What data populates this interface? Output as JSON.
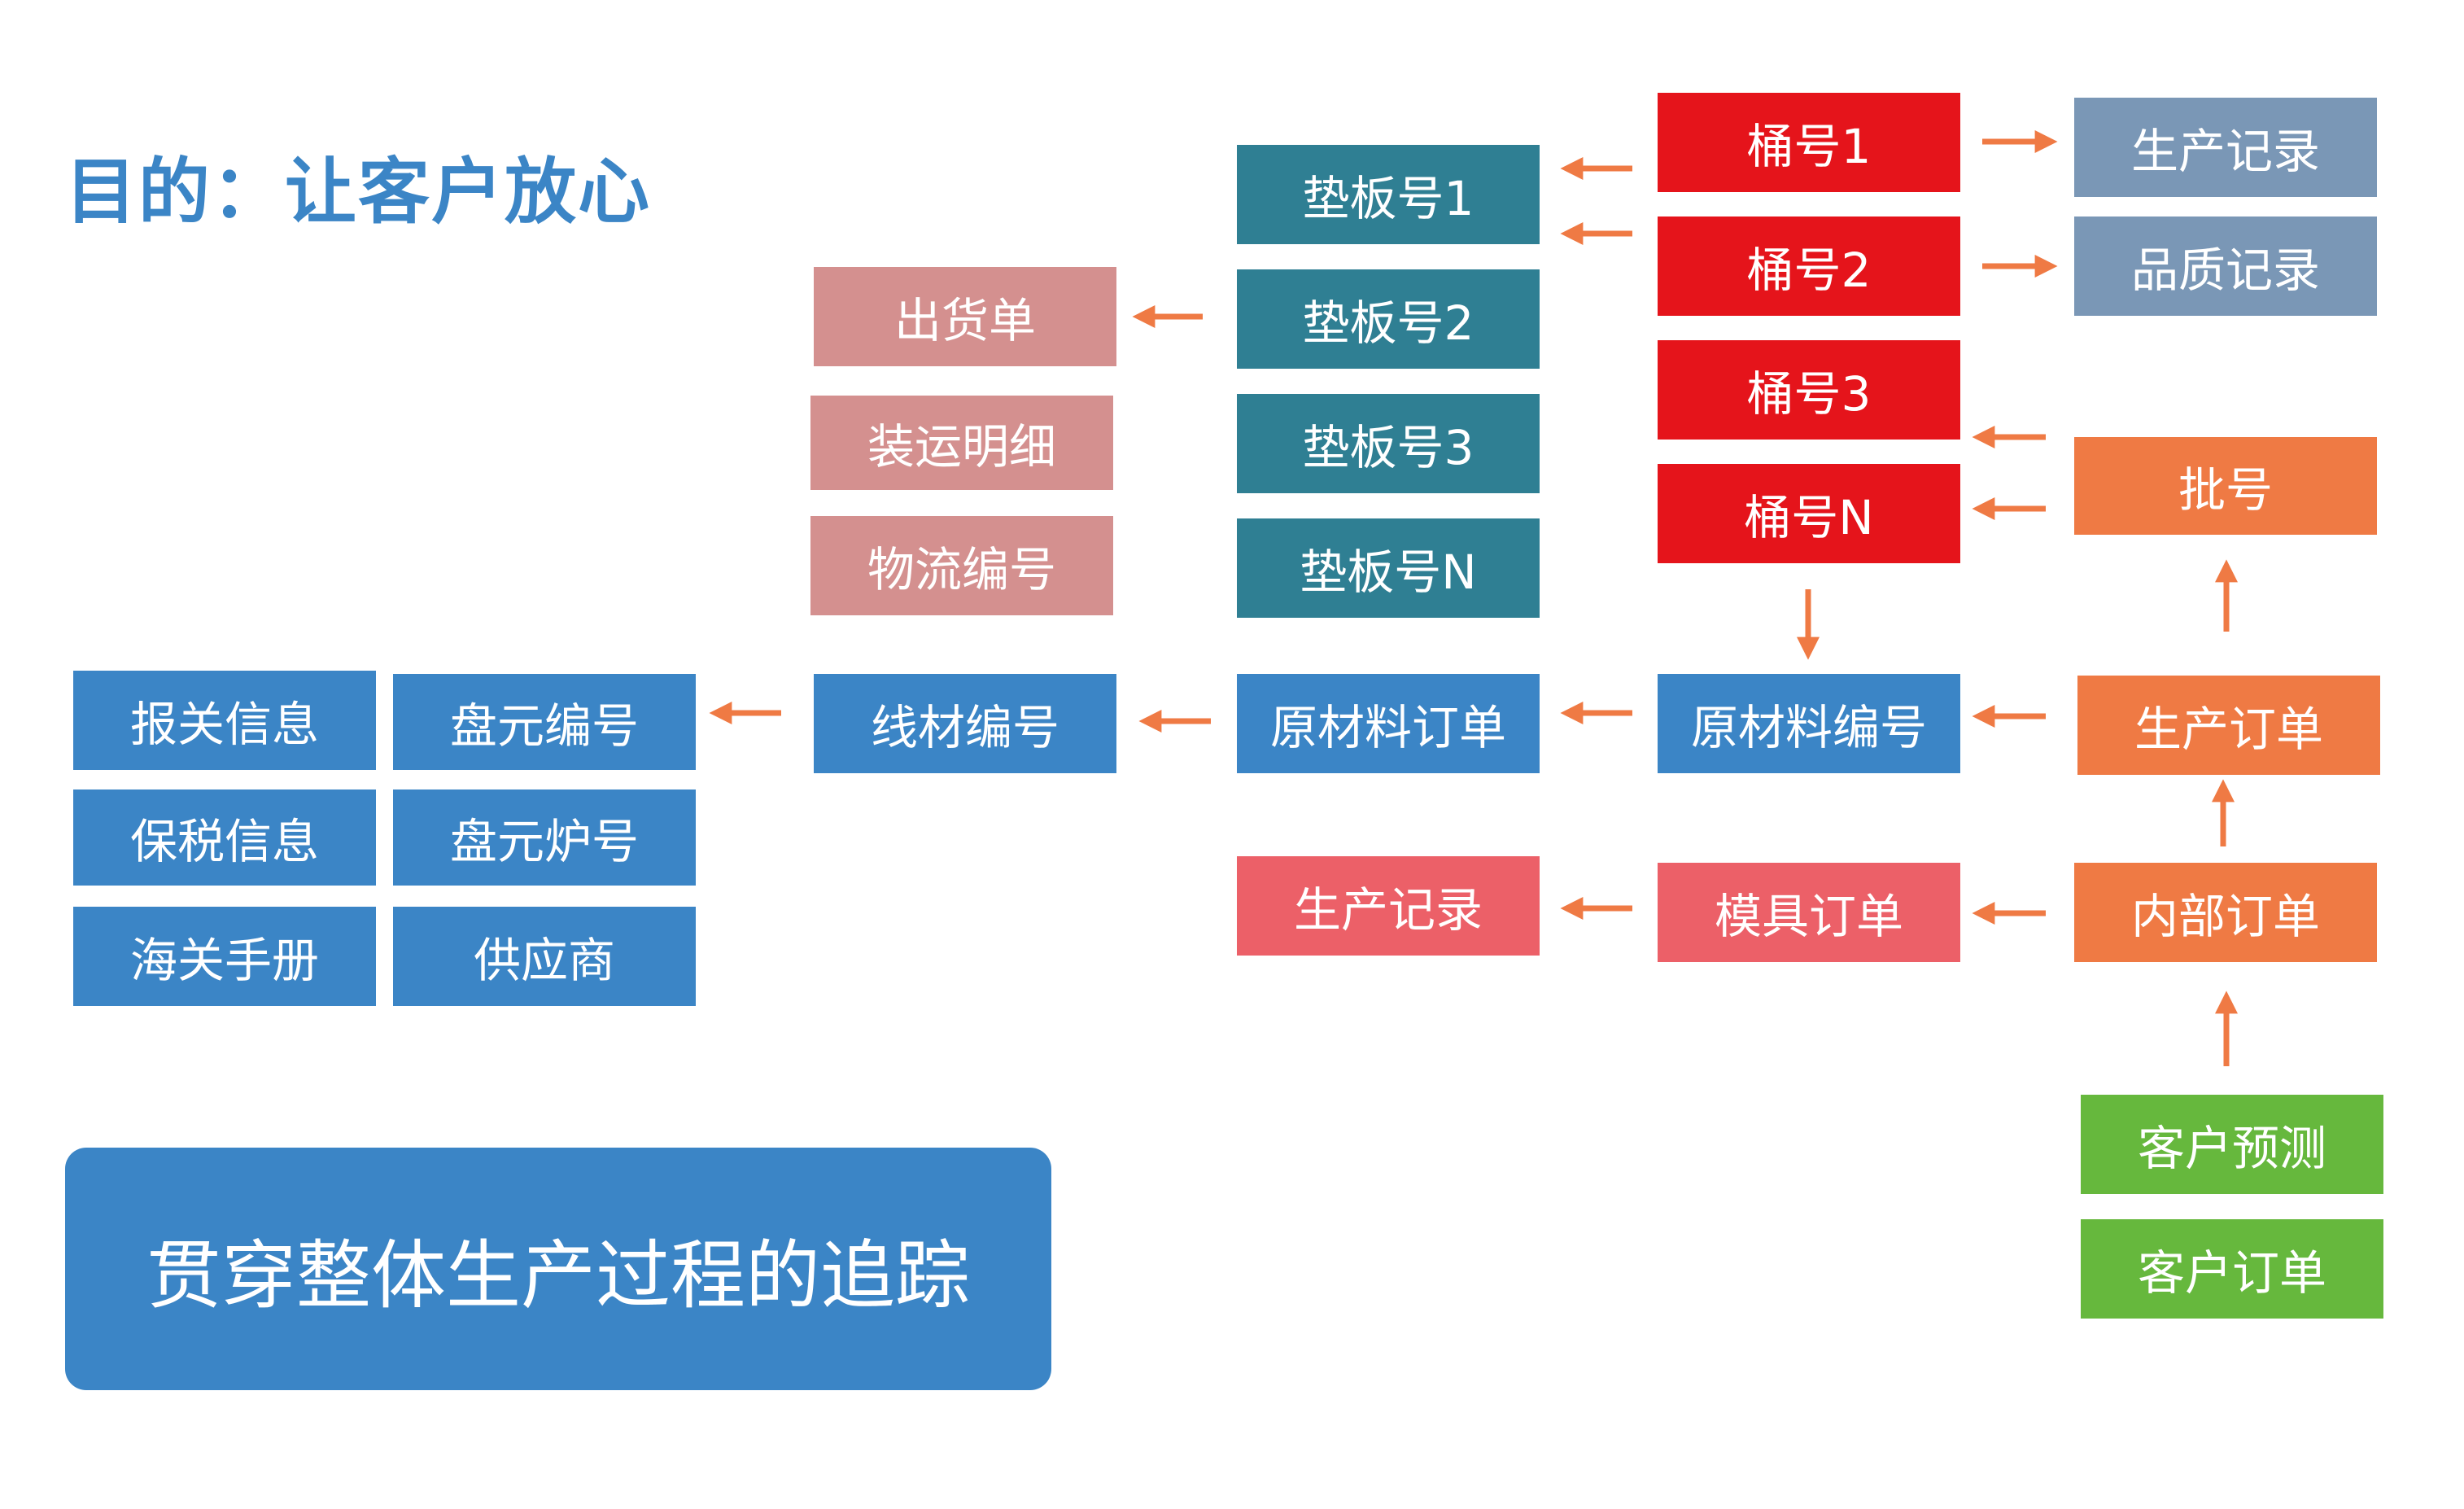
{
  "title": "目的：让客户放心",
  "banner": "贯穿整体生产过程的追踪",
  "nodes": {
    "pallet_1": "垫板号1",
    "pallet_2": "垫板号2",
    "pallet_3": "垫板号3",
    "pallet_n": "垫板号N",
    "barrel_1": "桶号1",
    "barrel_2": "桶号2",
    "barrel_3": "桶号3",
    "barrel_n": "桶号N",
    "production_record_top": "生产记录",
    "quality_record": "品质记录",
    "batch_no": "批号",
    "shipping_order": "出货单",
    "shipping_detail": "装运明细",
    "logistics_no": "物流编号",
    "customs_info": "报关信息",
    "bonded_info": "保税信息",
    "customs_manual": "海关手册",
    "coil_no": "盘元编号",
    "coil_furnace_no": "盘元炉号",
    "supplier": "供应商",
    "wire_no": "线材编号",
    "raw_material_order": "原材料订单",
    "raw_material_no": "原材料编号",
    "production_order": "生产订单",
    "production_record_bottom": "生产记录",
    "mold_order": "模具订单",
    "internal_order": "内部订单",
    "customer_forecast": "客户预测",
    "customer_order": "客户订单"
  },
  "colors": {
    "title_blue": "#3b85c6",
    "teal": "#2f7f93",
    "red": "#e5141b",
    "slate": "#7a97b6",
    "pink": "#d4908f",
    "orange": "#ef7a44",
    "blue": "#3b85c6",
    "coral": "#ec6068",
    "green": "#66b83d",
    "arrow": "#ef7a44"
  }
}
